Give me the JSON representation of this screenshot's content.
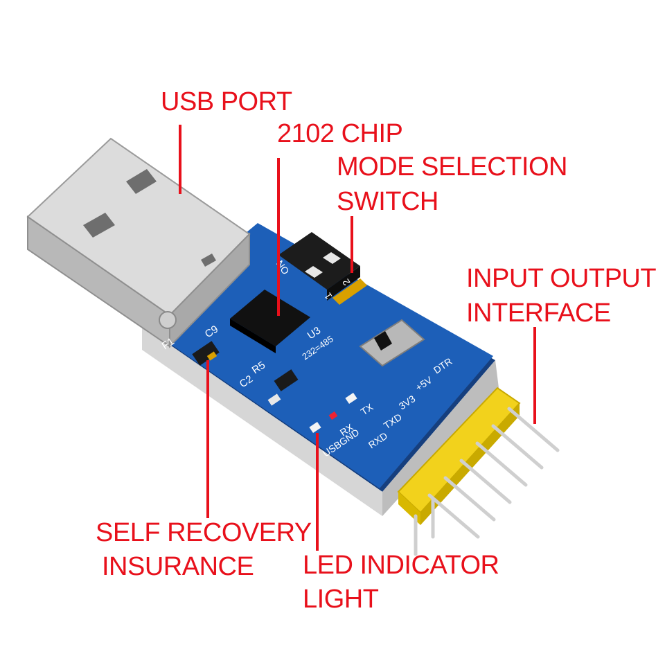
{
  "colors": {
    "label": "#e8101b",
    "pcb": "#1d5fb8",
    "pin_header": "#f2d21c"
  },
  "callouts": {
    "usb_port": "USB PORT",
    "chip": "2102 CHIP",
    "mode_switch_1": "MODE SELECTION",
    "mode_switch_2": "SWITCH",
    "io_interface_1": "INPUT OUTPUT",
    "io_interface_2": "INTERFACE",
    "self_recovery_1": "SELF RECOVERY",
    "self_recovery_2": "INSURANCE",
    "led_1": "LED INDICATOR",
    "led_2": "LIGHT"
  },
  "board_silkscreen": {
    "f1": "F1",
    "c9": "C9",
    "r5": "R5",
    "c2": "C2",
    "u3": "U3",
    "mode": "232=485",
    "on": "ON",
    "sw1": "1",
    "sw2": "2",
    "tx": "TX",
    "rx": "RX",
    "usbgnd": "USBGND",
    "dtr": "DTR",
    "p5v": "+5V",
    "p3v3": "3V3",
    "txd": "TXD",
    "rxd": "RXD"
  }
}
